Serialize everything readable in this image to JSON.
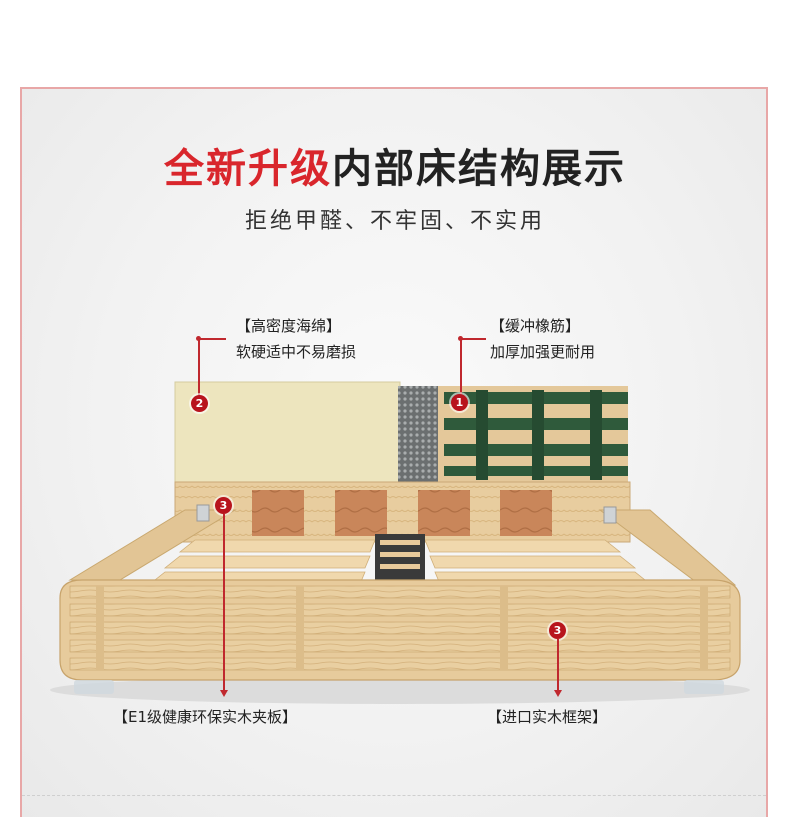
{
  "title": {
    "highlight": "全新升级",
    "rest": "内部床结构展示"
  },
  "subtitle": "拒绝甲醛、不牢固、不实用",
  "callouts": {
    "foam": {
      "heading": "【高密度海绵】",
      "desc": "软硬适中不易磨损"
    },
    "rubber": {
      "heading": "【缓冲橡筋】",
      "desc": "加厚加强更耐用"
    },
    "plywood": {
      "heading": "【E1级健康环保实木夹板】"
    },
    "frame": {
      "heading": "【进口实木框架】"
    }
  },
  "badges": {
    "rubber": "1",
    "foam": "2",
    "plywood": "3",
    "frame": "3"
  },
  "colors": {
    "accent": "#d9262c",
    "wood": "#e6c99a",
    "foam": "#ece4bd",
    "rubber": "#2e5a3a"
  }
}
